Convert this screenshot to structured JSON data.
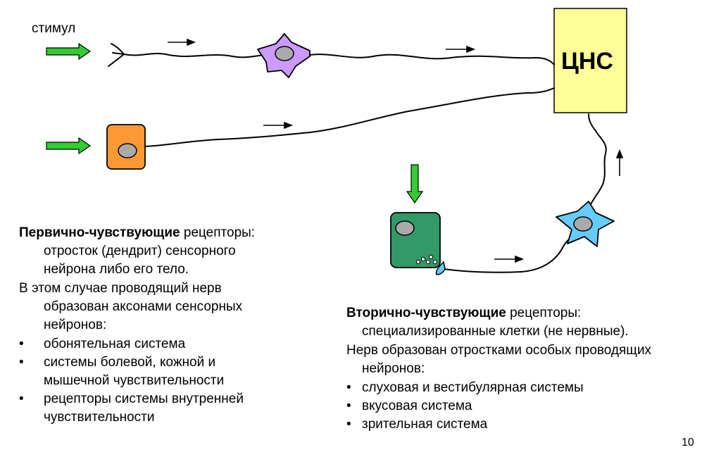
{
  "diagram": {
    "stimulus_label": "стимул",
    "cns_label": "ЦНС"
  },
  "colors": {
    "cns_box": "#ffff99",
    "primary_neuron": "#cc99ff",
    "primary_receptor_cell": "#ff9933",
    "secondary_receptor_cell": "#339966",
    "secondary_neuron": "#66ccff",
    "stimulus_arrow": "#33cc33",
    "nucleus": "#aaaaaa"
  },
  "left_text": {
    "heading_bold": "Первично-чувствующие",
    "heading_rest": " рецепторы:",
    "line1": "отросток (дендрит) сенсорного",
    "line2": "нейрона либо его тело.",
    "line3": "В этом случае проводящий нерв",
    "line4": "образован аксонами сенсорных",
    "line5": "нейронов:",
    "bullet1": "обонятельная система",
    "bullet2a": "системы болевой, кожной и",
    "bullet2b": "мышечной чувствительности",
    "bullet3a": "рецепторы системы внутренней",
    "bullet3b": "чувствительности"
  },
  "right_text": {
    "heading_bold": "Вторично-чувствующие",
    "heading_rest": " рецепторы:",
    "line1": "специализированные клетки (не нервные).",
    "line2": "Нерв образован отростками особых проводящих",
    "line3": "нейронов:",
    "bullet1": "слуховая и вестибулярная системы",
    "bullet2": "вкусовая система",
    "bullet3": "зрительная система"
  },
  "bullet_symbol": "•",
  "page_number": "10"
}
